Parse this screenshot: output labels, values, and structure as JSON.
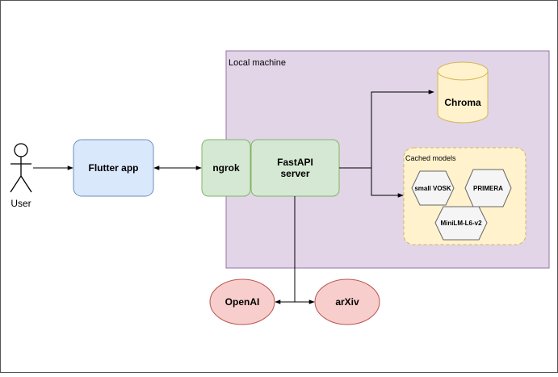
{
  "diagram": {
    "user_label": "User",
    "flutter_label": "Flutter app",
    "ngrok_label": "ngrok",
    "fastapi_label": "FastAPI\nserver",
    "local_machine_label": "Local machine",
    "chroma_label": "Chroma",
    "cached_models_label": "Cached models",
    "models": [
      "small VOSK",
      "PRIMERA",
      "MiniLM-L6-v2"
    ],
    "openai_label": "OpenAI",
    "arxiv_label": "arXiv"
  },
  "colors": {
    "frame": "#555555",
    "local_machine_fill": "#e1d5e7",
    "local_machine_stroke": "#9673a6",
    "flutter_fill": "#dae8fc",
    "flutter_stroke": "#6c8ebf",
    "server_fill": "#d5e8d4",
    "server_stroke": "#82b366",
    "chroma_fill": "#fff2cc",
    "chroma_stroke": "#d6b656",
    "cache_fill": "#fff2cc",
    "cache_stroke": "#d6b656",
    "model_fill": "#f5f5f5",
    "model_stroke": "#666666",
    "external_fill": "#f8cecc",
    "external_stroke": "#b85450",
    "edge": "#000000"
  }
}
